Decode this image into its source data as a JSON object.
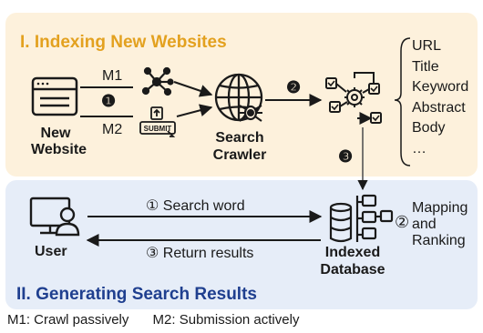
{
  "sections": {
    "indexing_title": "I. Indexing New Websites",
    "search_title": "II. Generating Search Results"
  },
  "nodes": {
    "new_website": [
      "New",
      "Website"
    ],
    "search_crawler": [
      "Search",
      "Crawler"
    ],
    "user": "User",
    "indexed_database": [
      "Indexed",
      "Database"
    ]
  },
  "methods": {
    "m1": "M1",
    "m2": "M2",
    "submit_badge": "SUBMIT"
  },
  "steps": {
    "step1_marker": "❶",
    "step2_marker": "❷",
    "step3_marker": "❸",
    "search_word": "① Search word",
    "return_results": "③ Return results",
    "mapping": {
      "marker": "②",
      "lines": [
        "Mapping",
        "and",
        "Ranking"
      ]
    }
  },
  "fields": [
    "URL",
    "Title",
    "Keyword",
    "Abstract",
    "Body",
    "…"
  ],
  "legend": {
    "m1": "M1: Crawl passively",
    "m2": "M2: Submission actively"
  },
  "colors": {
    "indexing_panel": "#fdf1dc",
    "search_panel": "#e6edf8",
    "indexing_title": "#e3a11f",
    "search_title": "#1f3f8f"
  }
}
